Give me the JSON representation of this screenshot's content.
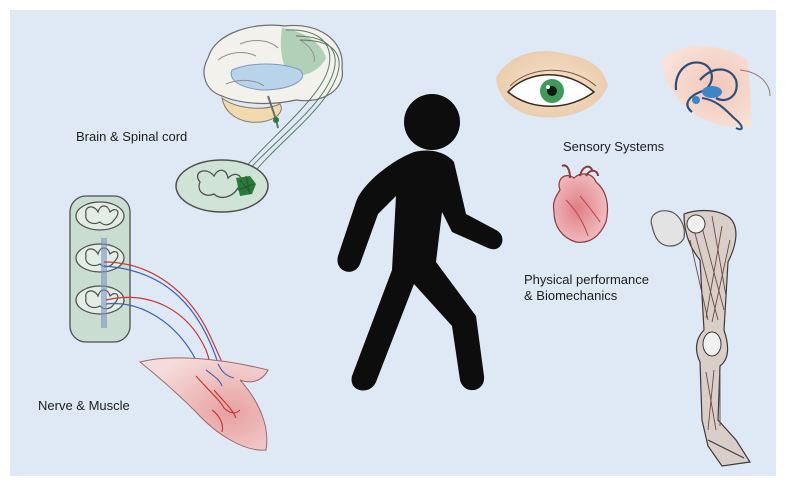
{
  "labels": {
    "brain_spinal": "Brain & Spinal cord",
    "sensory": "Sensory Systems",
    "physical_line1": "Physical performance",
    "physical_line2": "& Biomechanics",
    "nerve_muscle": "Nerve & Muscle"
  },
  "colors": {
    "background": "#dfe9f5",
    "walker": "#0d0d0d",
    "nerve_red": "#c23a3a",
    "nerve_blue": "#3b63b5",
    "tissue_green": "#cfe3d7",
    "motor_green": "#2a7a3c",
    "heart_red": "#d8727a",
    "eye_iris": "#3d9a5a",
    "ear_blue": "#3a86c8"
  },
  "icons": [
    "brain-icon",
    "spinal-cross-section-icon",
    "spinal-column-icon",
    "muscle-icon",
    "walking-person-icon",
    "eye-icon",
    "inner-ear-icon",
    "heart-icon",
    "leg-anatomy-icon"
  ]
}
